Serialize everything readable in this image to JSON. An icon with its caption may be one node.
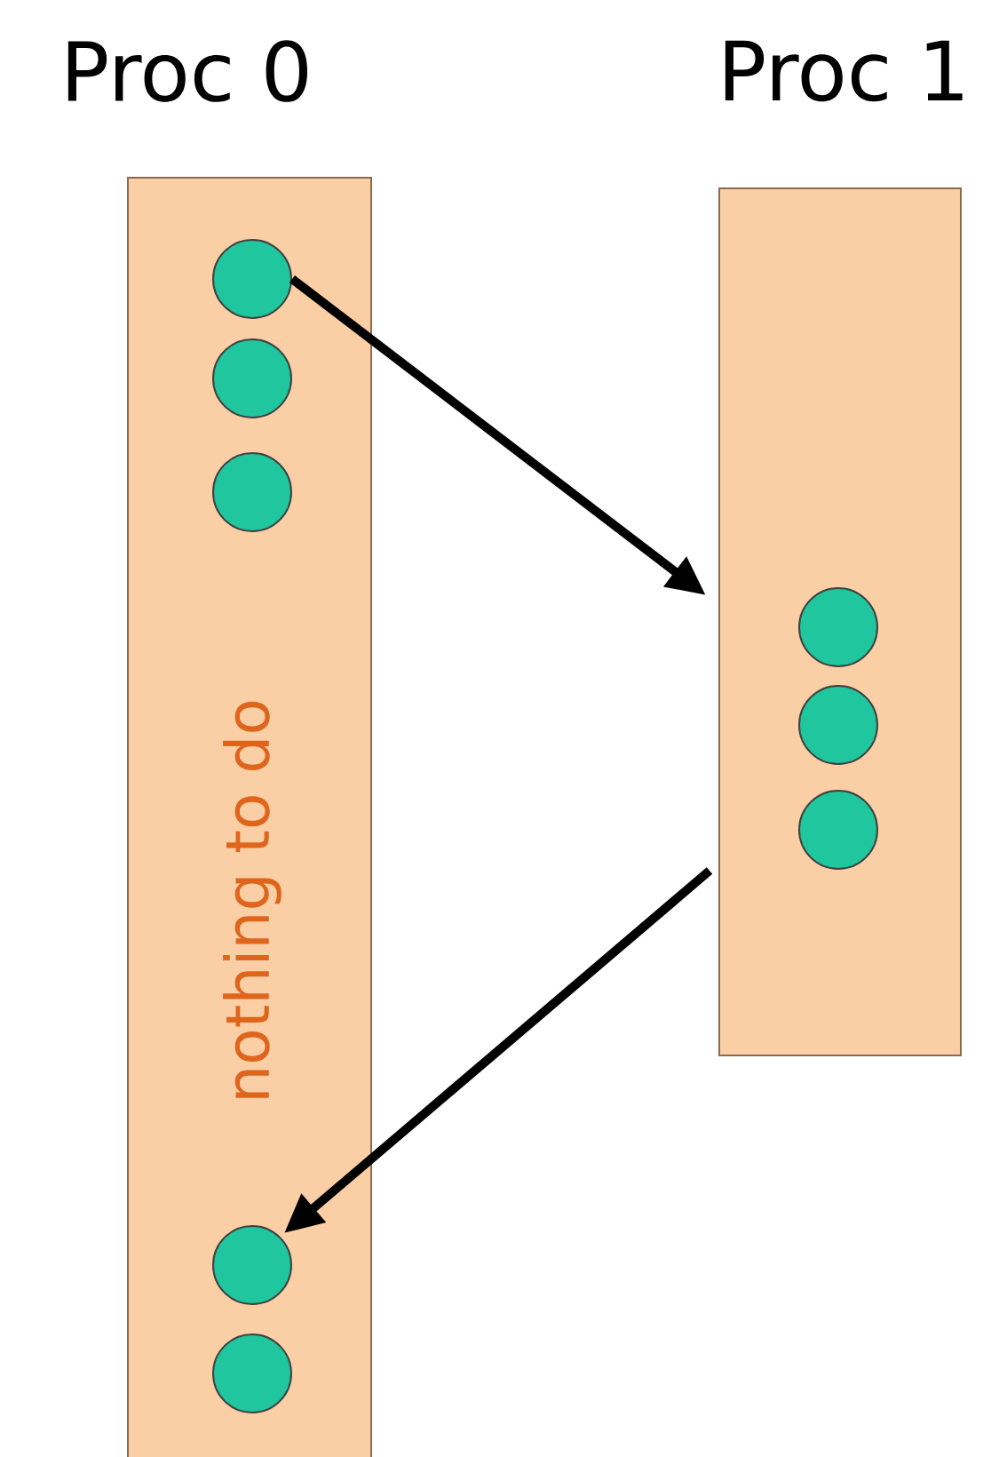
{
  "diagram": {
    "nodes": [
      {
        "text": [
          "Proc 0",
          "nothing to do"
        ]
      },
      {
        "text": [],
        "shape": "circle",
        "in": 0
      },
      {
        "text": [],
        "shape": "circle",
        "in": 0
      },
      {
        "text": [],
        "shape": "circle",
        "in": 0
      },
      {
        "text": [
          "Proc 1"
        ]
      },
      {
        "text": [],
        "shape": "circle",
        "in": 4
      },
      {
        "text": [],
        "shape": "circle",
        "in": 4
      },
      {
        "text": [],
        "shape": "circle",
        "in": 4
      },
      {
        "text": [],
        "shape": "circle",
        "in": 0
      },
      {
        "text": [],
        "shape": "circle",
        "in": 0
      }
    ],
    "edges": [
      {
        "from": 1,
        "to": 4,
        "arrow": "to"
      },
      {
        "from": 4,
        "to": 8,
        "arrow": "to"
      }
    ]
  }
}
